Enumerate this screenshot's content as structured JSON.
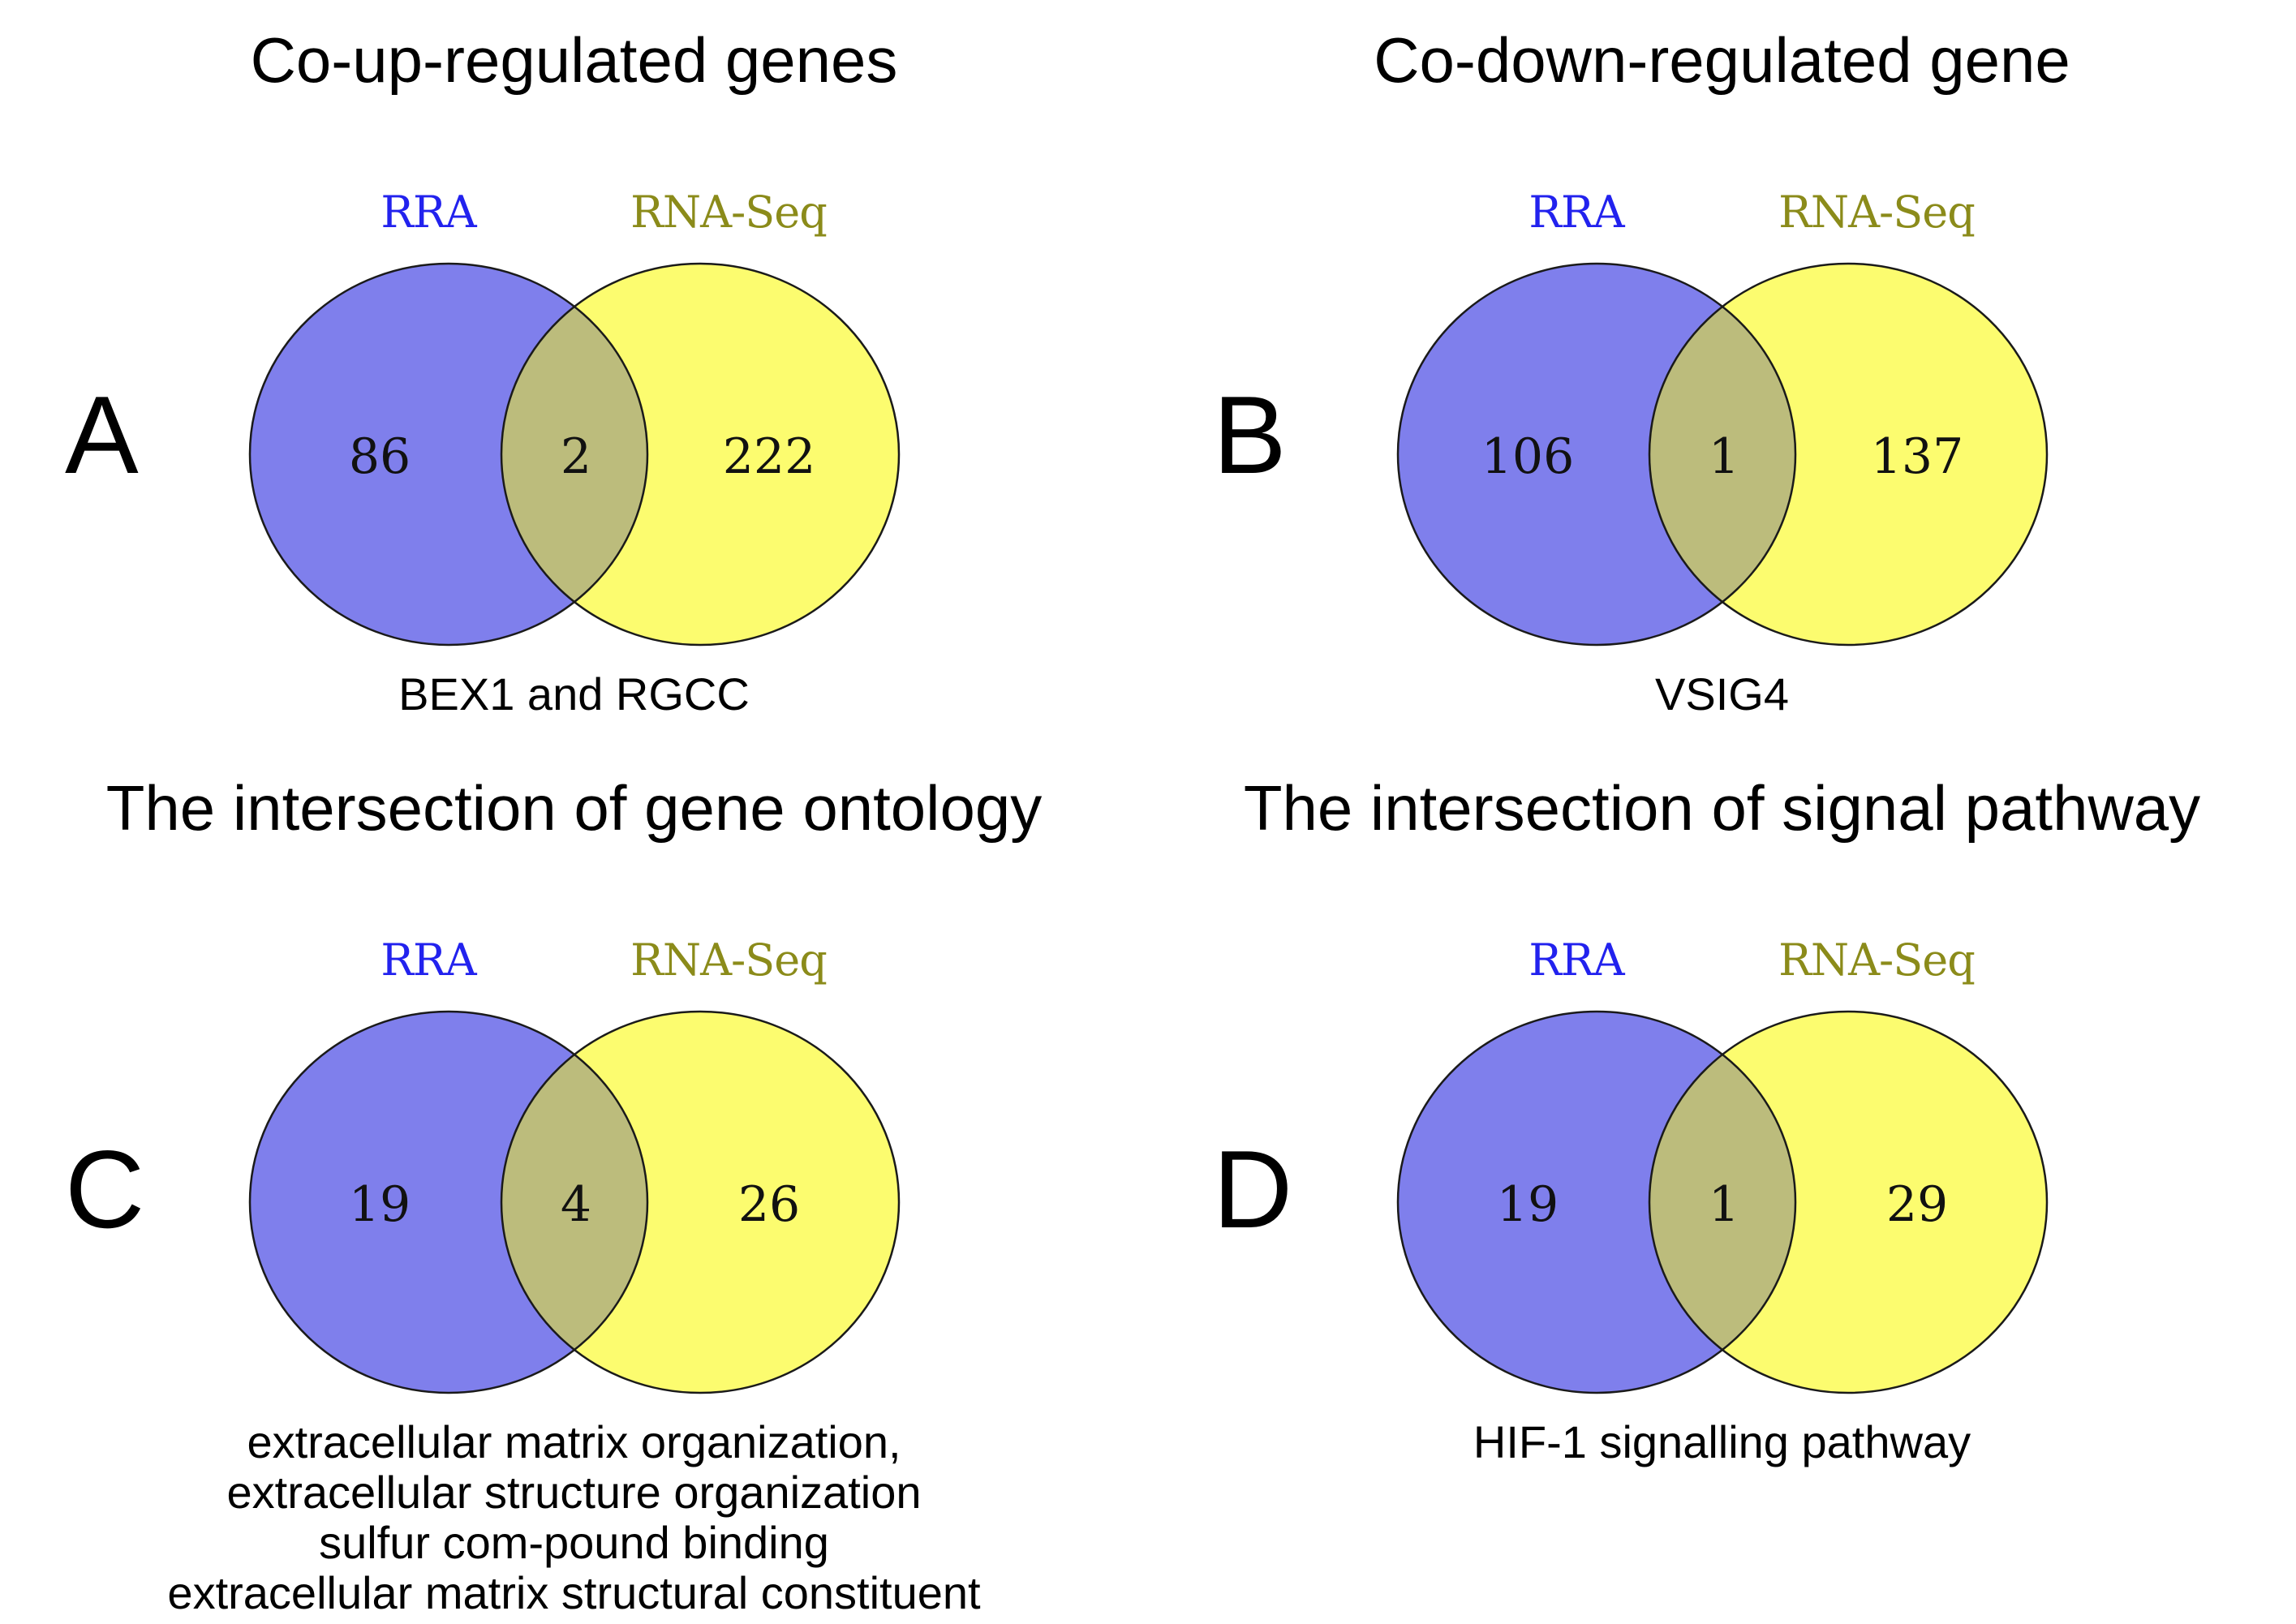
{
  "figure": {
    "colors": {
      "rra_fill": "#7F7FEC",
      "rnaseq_fill": "#FCFC6F",
      "overlap_fill": "#BCBC7C",
      "outline": "#1A1A1A",
      "rra_label_color": "#2222EE",
      "rnaseq_label_color": "#8B8B1A"
    },
    "panels": [
      {
        "letter": "A",
        "title": "Co-up-regulated genes",
        "left_label": "RRA",
        "right_label": "RNA-Seq",
        "left_value": "86",
        "overlap_value": "2",
        "right_value": "222",
        "caption_lines": [
          "BEX1 and RGCC"
        ]
      },
      {
        "letter": "B",
        "title": "Co-down-regulated gene",
        "left_label": "RRA",
        "right_label": "RNA-Seq",
        "left_value": "106",
        "overlap_value": "1",
        "right_value": "137",
        "caption_lines": [
          "VSIG4"
        ]
      },
      {
        "letter": "C",
        "title": "The intersection of gene ontology",
        "left_label": "RRA",
        "right_label": "RNA-Seq",
        "left_value": "19",
        "overlap_value": "4",
        "right_value": "26",
        "caption_lines": [
          "extracellular matrix organization,",
          "extracellular structure organization",
          "sulfur com-pound binding",
          "extracellular matrix structural constituent"
        ]
      },
      {
        "letter": "D",
        "title": "The intersection of signal pathway",
        "left_label": "RRA",
        "right_label": "RNA-Seq",
        "left_value": "19",
        "overlap_value": "1",
        "right_value": "29",
        "caption_lines": [
          "HIF-1 signalling pathway"
        ]
      }
    ]
  },
  "chart_data": [
    {
      "type": "venn",
      "title": "Co-up-regulated genes",
      "sets": [
        "RRA",
        "RNA-Seq"
      ],
      "values": {
        "RRA_only": 86,
        "intersection": 2,
        "RNA_Seq_only": 222
      },
      "intersection_genes": "BEX1 and RGCC",
      "legend_position": "above-circles",
      "set_colors": {
        "RRA": "#7F7FEC",
        "RNA-Seq": "#FCFC6F"
      }
    },
    {
      "type": "venn",
      "title": "Co-down-regulated gene",
      "sets": [
        "RRA",
        "RNA-Seq"
      ],
      "values": {
        "RRA_only": 106,
        "intersection": 1,
        "RNA_Seq_only": 137
      },
      "intersection_genes": "VSIG4",
      "legend_position": "above-circles",
      "set_colors": {
        "RRA": "#7F7FEC",
        "RNA-Seq": "#FCFC6F"
      }
    },
    {
      "type": "venn",
      "title": "The intersection of gene ontology",
      "sets": [
        "RRA",
        "RNA-Seq"
      ],
      "values": {
        "RRA_only": 19,
        "intersection": 4,
        "RNA_Seq_only": 26
      },
      "intersection_terms": "extracellular matrix organization, extracellular structure organization sulfur com-pound binding extracellular matrix structural constituent",
      "legend_position": "above-circles",
      "set_colors": {
        "RRA": "#7F7FEC",
        "RNA-Seq": "#FCFC6F"
      }
    },
    {
      "type": "venn",
      "title": "The intersection of signal pathway",
      "sets": [
        "RRA",
        "RNA-Seq"
      ],
      "values": {
        "RRA_only": 19,
        "intersection": 1,
        "RNA_Seq_only": 29
      },
      "intersection_terms": "HIF-1 signalling pathway",
      "legend_position": "above-circles",
      "set_colors": {
        "RRA": "#7F7FEC",
        "RNA-Seq": "#FCFC6F"
      }
    }
  ]
}
